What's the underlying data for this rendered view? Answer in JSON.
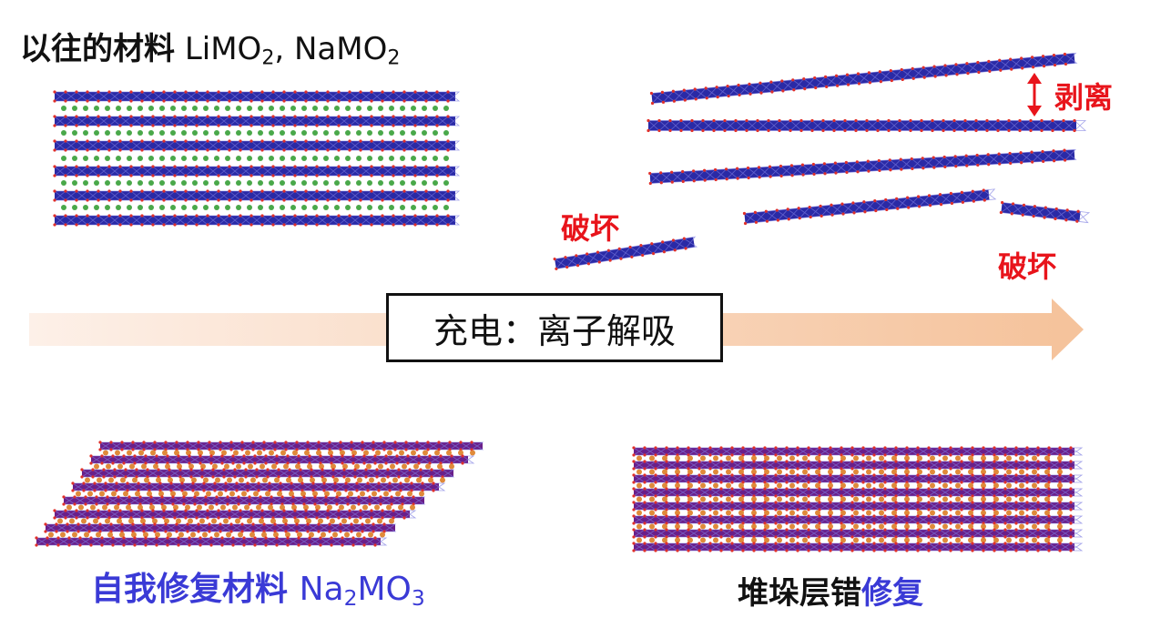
{
  "top_left_title": {
    "bold_text": "以往的材料",
    "formula_1": "LiMO",
    "formula_1_sub": "2",
    "separator": ", ",
    "formula_2": "NaMO",
    "formula_2_sub": "2"
  },
  "labels": {
    "exfoliation": "剥离",
    "destruction_left": "破坏",
    "destruction_right": "破坏"
  },
  "arrow": {
    "label": "充电：离子解吸"
  },
  "bottom_left_title": {
    "text": "自我修复材料",
    "formula": "Na",
    "formula_sub_1": "2",
    "formula_mid": "MO",
    "formula_sub_2": "3"
  },
  "bottom_right_title": {
    "dark_text": "堆垛层错",
    "blue_text": "修复"
  },
  "colors": {
    "layer_blue": "#2a2aa6",
    "layer_purple": "#6a1f8a",
    "oxygen_red": "#e0302a",
    "li_green": "#4aa84a",
    "na_orange": "#e08a3a",
    "accent_red": "#e8141b",
    "accent_blue": "#3a3ad6"
  }
}
